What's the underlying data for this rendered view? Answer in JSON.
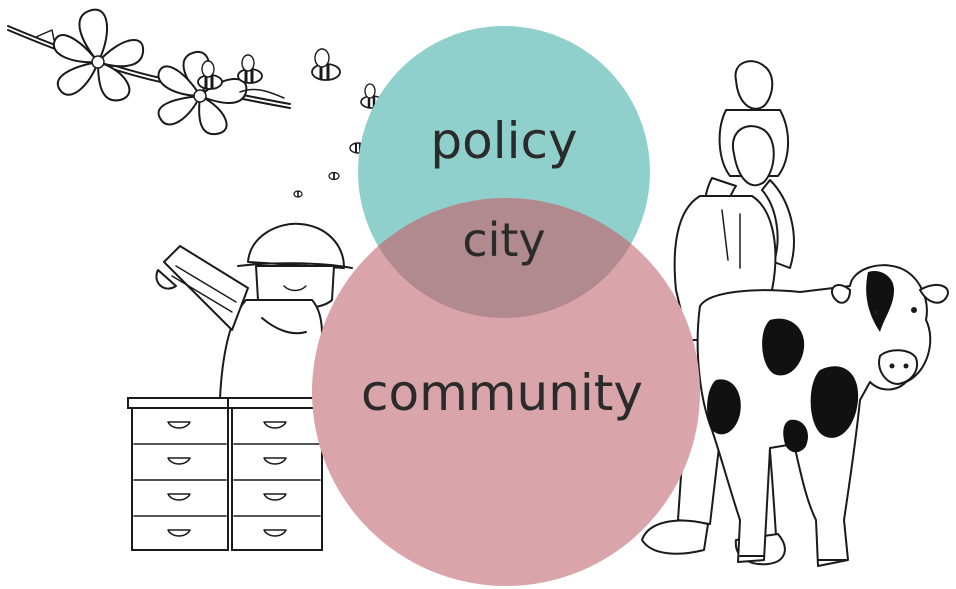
{
  "venn": {
    "top_label": "policy",
    "overlap_label": "city",
    "bottom_label": "community",
    "colors": {
      "top_circle": "#8fd0cc",
      "bottom_circle": "#d9a4aa",
      "overlap": "#b08a8f"
    }
  },
  "illustrations": {
    "flowering_branch": "flowering-branch-illustration",
    "bees": "bees-illustration",
    "beekeeper": "beekeeper-illustration",
    "beehives": "beehives-illustration",
    "father_and_child": "father-child-illustration",
    "cow": "cow-illustration"
  }
}
